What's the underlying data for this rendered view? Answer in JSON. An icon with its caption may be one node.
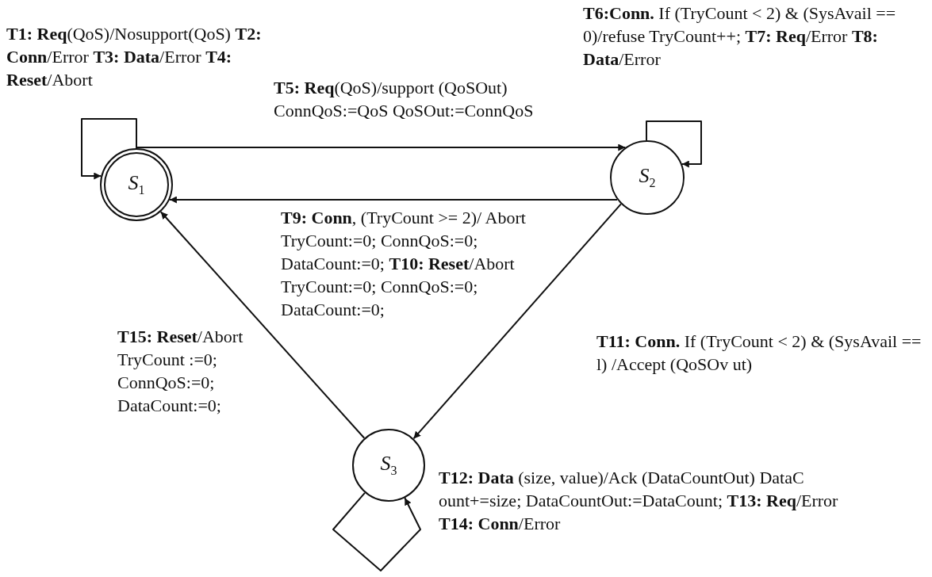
{
  "diagram": {
    "nodes": [
      {
        "text": [
          "*S*$_{1}$"
        ]
      },
      {
        "text": [
          "*S*$_{2}$"
        ]
      },
      {
        "text": [
          "*S*$_{3}$"
        ]
      }
    ],
    "edges": [
      {
        "from": 0,
        "to": 0,
        "arrow": "to",
        "label": "**T1: Req**(QoS)/Nosupport(QoS) **T2: Conn**/Error **T3: Data**/Error **T4: Reset**/Abort"
      },
      {
        "from": 0,
        "to": 1,
        "arrow": "to",
        "label": "**T5: Req**(QoS)/support (QoSOut) ConnQoS:=QoS QoSOut:=ConnQoS"
      },
      {
        "from": 1,
        "to": 1,
        "arrow": "to",
        "label": "**T6:Conn.** If (TryCount < 2) & (SysAvail == 0)/refuse TryCount++; **T7: Req**/Error **T8: Data**/Error"
      },
      {
        "from": 1,
        "to": 0,
        "arrow": "to",
        "label": "**T9: Conn**, (TryCount >= 2)/ Abort TryCount:=0; ConnQoS:=0; DataCount:=0; **T10: Reset**/Abort TryCount:=0; ConnQoS:=0; DataCount:=0;"
      },
      {
        "from": 1,
        "to": 2,
        "arrow": "to",
        "label": "**T11: Conn.** If (TryCount < 2) & (SysAvail == l) /Accept (QoSOv ut)"
      },
      {
        "from": 2,
        "to": 2,
        "arrow": "to",
        "label": "**T12: Data** (size, value)/Ack (DataCountOut) DataC ount+=size; DataCountOut:=DataCount; **T13: Req**/Error **T14: Conn**/Error"
      },
      {
        "from": 2,
        "to": 0,
        "arrow": "to",
        "label": "**T15: Reset**/Abort TryCount :=0; ConnQoS:=0; DataCount:=0;"
      }
    ]
  }
}
